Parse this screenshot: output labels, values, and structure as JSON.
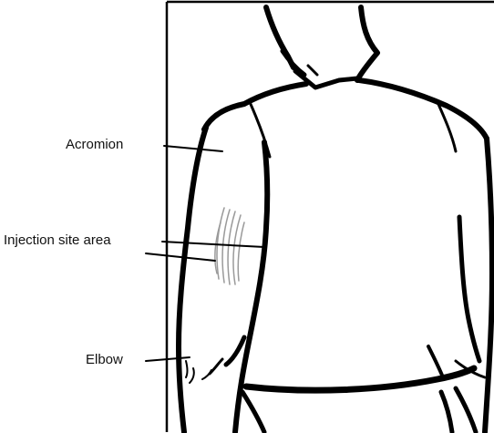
{
  "labels": {
    "acromion": "Acromion",
    "injection_site": "Injection site area",
    "elbow": "Elbow"
  },
  "colors": {
    "line": "#000000",
    "shading": "#9a9a9a",
    "background": "#ffffff"
  }
}
